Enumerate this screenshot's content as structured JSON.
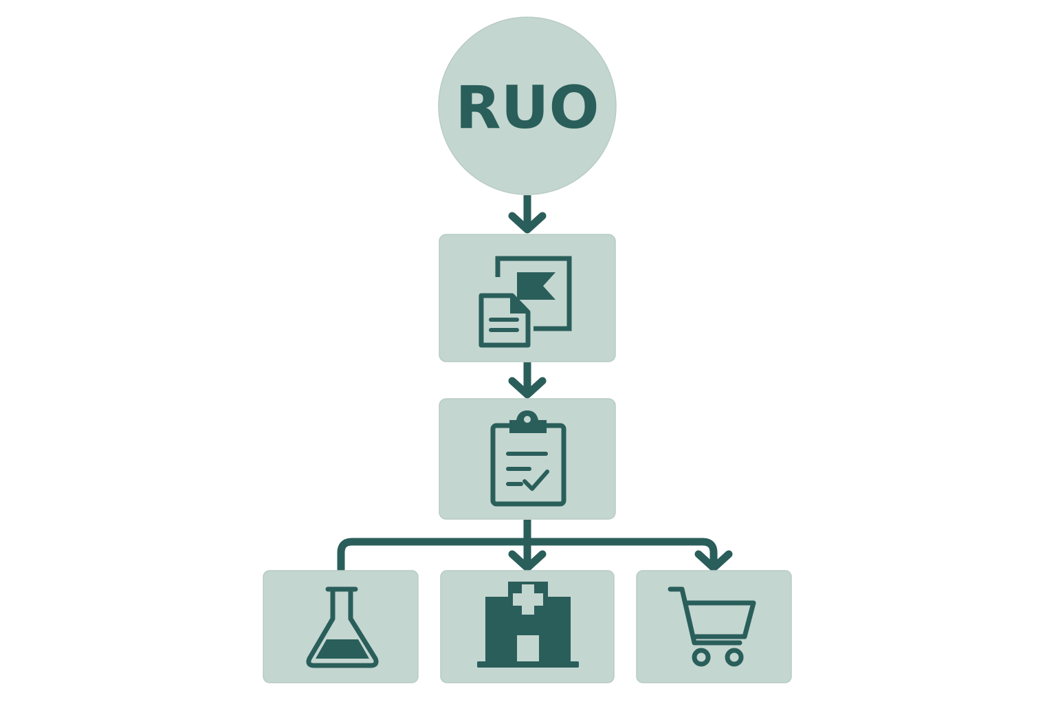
{
  "diagram": {
    "root": {
      "label": "RUO"
    },
    "nodes": [
      {
        "id": "documentation",
        "icon": "document-flag-icon"
      },
      {
        "id": "compliance-review",
        "icon": "clipboard-check-icon"
      },
      {
        "id": "research-lab",
        "icon": "flask-icon"
      },
      {
        "id": "clinical",
        "icon": "hospital-icon"
      },
      {
        "id": "commercial",
        "icon": "shopping-cart-icon"
      }
    ],
    "edges": [
      {
        "from": "root",
        "to": "documentation"
      },
      {
        "from": "documentation",
        "to": "compliance-review"
      },
      {
        "from": "compliance-review",
        "to": "research-lab"
      },
      {
        "from": "compliance-review",
        "to": "clinical"
      },
      {
        "from": "compliance-review",
        "to": "commercial"
      }
    ],
    "colors": {
      "node_fill": "#c4d6d0",
      "ink": "#2a5e5a",
      "background": "#ffffff"
    }
  }
}
